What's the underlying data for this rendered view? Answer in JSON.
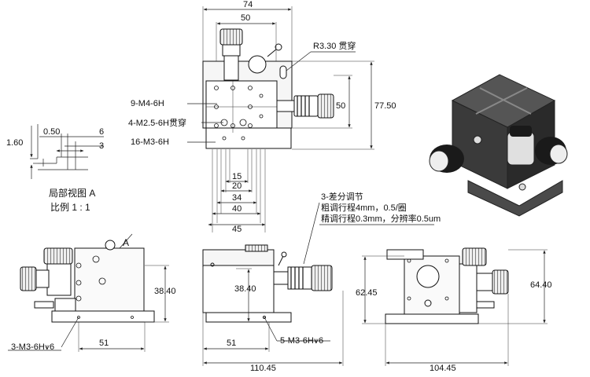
{
  "top_view": {
    "dim_width_outer": "74",
    "dim_width_inner": "50",
    "dim_height_inner": "50",
    "dim_height_outer": "77.50",
    "dim_15": "15",
    "dim_20": "20",
    "dim_34": "34",
    "dim_40": "40",
    "dim_45": "45",
    "note_r330": "R3.30 贯穿",
    "note_9m4": "9-M4-6H",
    "note_4m25": "4-M2.5-6H贯穿",
    "note_16m3": "16-M3-6H"
  },
  "detail_view": {
    "dim_050": "0.50",
    "dim_6": "6",
    "dim_160": "1.60",
    "dim_3": "3",
    "caption": "局部视图 A",
    "scale": "比例 1 : 1"
  },
  "micrometer_note": {
    "line1": "3-差分调节",
    "line2": "粗调行程4mm，0.5/圈",
    "line3": "精调行程0.3mm，分辨率0.5um"
  },
  "front_view": {
    "label_a": "A",
    "dim_3840": "38.40",
    "dim_51": "51",
    "note_3m3": "3-M3-6H⩛6"
  },
  "side_view": {
    "dim_3840": "38.40",
    "dim_51": "51",
    "dim_11045": "110.45",
    "note_5m3": "5-M3-6H⩛6"
  },
  "right_view": {
    "dim_6245": "62.45",
    "dim_6440": "64.40",
    "dim_10445": "104.45"
  },
  "colors": {
    "line": "#111111",
    "part_fill": "#f4f4f4",
    "knob_dark": "#1a1a1a",
    "iso_metal": "#3a3a3a",
    "iso_top": "#555555"
  }
}
